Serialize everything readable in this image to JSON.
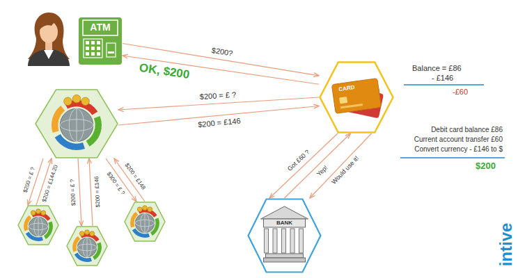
{
  "diagram": {
    "nodes": [
      {
        "text": [
          "ATM"
        ]
      },
      {
        "text": [
          "CARD"
        ]
      },
      {
        "text": []
      },
      {
        "text": []
      },
      {
        "text": []
      },
      {
        "text": []
      },
      {
        "text": [
          "BANK"
        ]
      }
    ],
    "edges": [
      {
        "from": 0,
        "to": 1,
        "label": "$200?",
        "arrow": "to"
      },
      {
        "from": 1,
        "to": 0,
        "label": "OK, $200",
        "arrow": "to"
      },
      {
        "from": 1,
        "to": 2,
        "label": "$200 = £ ?",
        "arrow": "to"
      },
      {
        "from": 2,
        "to": 1,
        "label": "$200 = £146",
        "arrow": "to"
      },
      {
        "from": 2,
        "to": 3,
        "label": "$200 = £ ?",
        "arrow": "to"
      },
      {
        "from": 3,
        "to": 2,
        "label": "$200 = £144.20",
        "arrow": "to"
      },
      {
        "from": 2,
        "to": 4,
        "label": "$200 = £ ?",
        "arrow": "to"
      },
      {
        "from": 4,
        "to": 2,
        "label": "$200 = £146",
        "arrow": "to"
      },
      {
        "from": 2,
        "to": 5,
        "label": "$300 = £ ?",
        "arrow": "to"
      },
      {
        "from": 5,
        "to": 2,
        "label": "$200 = £148",
        "arrow": "to"
      },
      {
        "from": 1,
        "to": 6,
        "label": "Got £60 ?",
        "arrow": "to"
      },
      {
        "from": 6,
        "to": 1,
        "label": "Yep!",
        "arrow": "to"
      },
      {
        "from": 1,
        "to": 6,
        "label": "Would use it!",
        "arrow": "to"
      }
    ],
    "labels": [
      "Balance = £86",
      "- £146",
      "-£60",
      "Debit card balance £86",
      "Current account transfer £60",
      "Convert currency - £146 to $",
      "$200",
      "intive"
    ]
  }
}
